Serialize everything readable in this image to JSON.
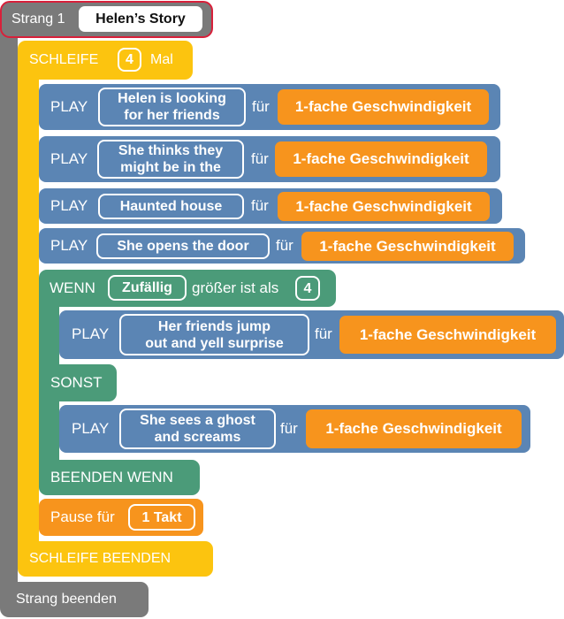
{
  "strand": {
    "label": "Strang 1",
    "name": "Helen’s Story",
    "end_label": "Strang beenden"
  },
  "loop": {
    "label": "SCHLEIFE",
    "count": "4",
    "unit": "Mal",
    "end_label": "SCHLEIFE BEENDEN"
  },
  "play_blocks": [
    {
      "keyword": "PLAY",
      "text": "Helen is looking\nfor her friends",
      "for": "für",
      "speed": "1-fache Geschwindigkeit"
    },
    {
      "keyword": "PLAY",
      "text": "She thinks they\nmight be in the",
      "for": "für",
      "speed": "1-fache Geschwindigkeit"
    },
    {
      "keyword": "PLAY",
      "text": "Haunted house",
      "for": "für",
      "speed": "1-fache Geschwindigkeit"
    },
    {
      "keyword": "PLAY",
      "text": "She opens the door",
      "for": "für",
      "speed": "1-fache Geschwindigkeit"
    }
  ],
  "if_block": {
    "label": "WENN",
    "operand": "Zufällig",
    "comparison": "größer ist als",
    "value": "4",
    "then_play": {
      "keyword": "PLAY",
      "text": "Her friends jump\nout and yell surprise",
      "for": "für",
      "speed": "1-fache Geschwindigkeit"
    },
    "else_label": "SONST",
    "else_play": {
      "keyword": "PLAY",
      "text": "She sees a ghost\nand screams",
      "for": "für",
      "speed": "1-fache Geschwindigkeit"
    },
    "end_label": "BEENDEN WENN"
  },
  "pause": {
    "label": "Pause für",
    "duration": "1 Takt"
  },
  "colors": {
    "strand": "#7a7a7a",
    "strand_header_border": "#d8203a",
    "loop": "#fcc40f",
    "play": "#5b85b4",
    "if": "#4b9b79",
    "speed_and_pause": "#f7941d"
  }
}
